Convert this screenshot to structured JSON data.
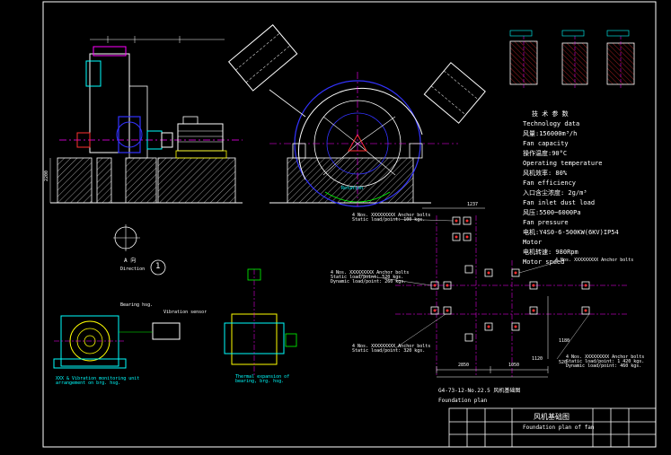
{
  "drawing": {
    "tech_data": {
      "title_cn": "技 术 参 数",
      "title_en": "Technology data",
      "lines": [
        "风量:156000m³/h",
        "Fan capacity",
        "操作温度:90°C",
        "Operating temperature",
        "风机效率: 80%",
        "Fan efficiency",
        "入口含尘浓度: 2g/m³",
        "Fan inlet dust load",
        "风压:5500~6000Pa",
        "Fan pressure",
        "电机:Y4S0-6-500KW(6KV)IP54",
        "Motor",
        "电机转速: 980Rpm",
        "Motor speed"
      ]
    },
    "dimensions": {
      "d_2200": "2200",
      "d_2850": "2850",
      "d_1050": "1050",
      "d_1180": "1180",
      "d_1120": "1120",
      "d_520": "520",
      "d_1237": "1237"
    },
    "foundation": {
      "label_code": "G4-73-12-No.22.5 风机基础图",
      "label_en": "Foundation plan"
    },
    "view_labels": {
      "section_a": "A 向",
      "section_a2": "Direction",
      "circle_mark": "1",
      "rotation": "Rotation",
      "vibration_note": "XXX & Vibration monitoring unit\narrangement on brg. hsg.",
      "thermal_note": "Thermal expansion of\nbearing, brg. hsg.",
      "bearing_label": "Bearing hsg.",
      "vibration_sensor": "Vibration sensor"
    },
    "load_notes": [
      "4 Nos. XXXXXXXXX Anchor bolts\nStatic load/point: 100 kgs.",
      "4 Nos. XXXXXXXXX Anchor bolts\nStatic load/point: 520 kgs.\nDynamic load/point: 260 kgs.",
      "4 Nos. XXXXXXXXX Anchor bolts\nStatic load/point: 320 kgs.",
      "4 Nos. XXXXXXXXX Anchor bolts",
      "4 Nos. XXXXXXXXX Anchor bolts\nStatic load/point: 1 420 kgs.\nDynamic load/point: 460 kgs."
    ],
    "title_block": {
      "name_cn": "风机基础图",
      "name_en": "Foundation plan of fan"
    },
    "colors": {
      "line_white": "#ffffff",
      "line_cyan": "#00ffff",
      "line_blue": "#3333ff",
      "line_magenta": "#ff00ff",
      "line_red": "#ff2020",
      "line_green": "#00ff00",
      "line_yellow": "#ffff00"
    }
  }
}
